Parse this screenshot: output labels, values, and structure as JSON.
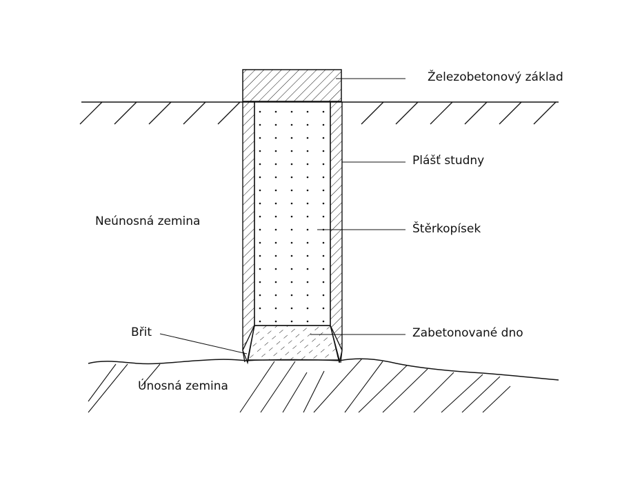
{
  "labels": {
    "foundation": "Železobetonový základ",
    "shell": "Plášť studny",
    "gravel": "Štěrkopísek",
    "soft_soil": "Neúnosná zemina",
    "cutting_edge": "Břit",
    "concrete_bottom": "Zabetonované dno",
    "bearing_soil": "Únosná zemina"
  },
  "colors": {
    "ink": "#111111",
    "background": "#ffffff"
  }
}
